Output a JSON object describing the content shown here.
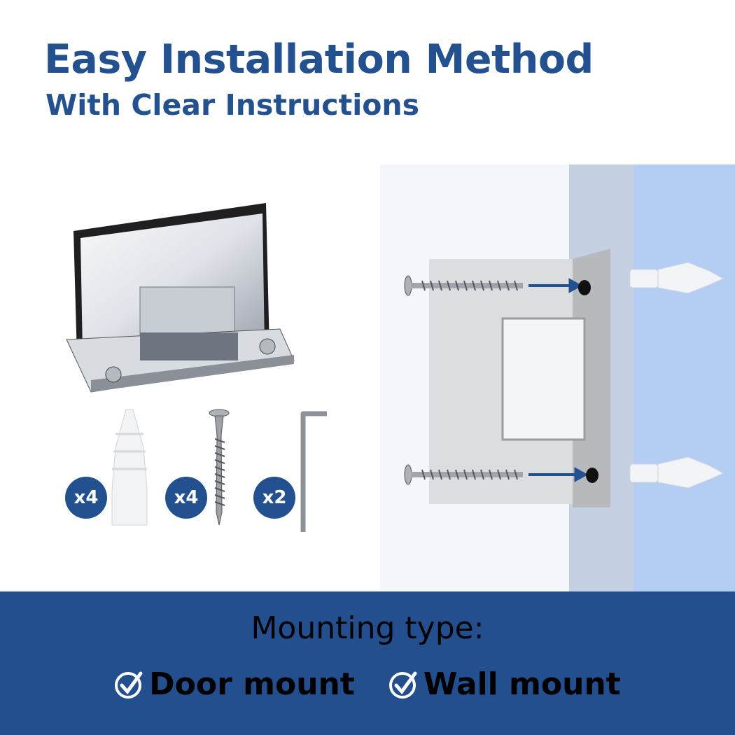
{
  "header": {
    "title": "Easy Installation Method",
    "subtitle": "With Clear Instructions"
  },
  "kit": {
    "badges": [
      "x4",
      "x4",
      "x2"
    ]
  },
  "banner": {
    "heading": "Mounting type:",
    "options": [
      "Door mount",
      "Wall mount"
    ]
  },
  "colors": {
    "brand": "#234f8f",
    "wall": "#c5d0e3",
    "glass": "#b3cdf3"
  }
}
